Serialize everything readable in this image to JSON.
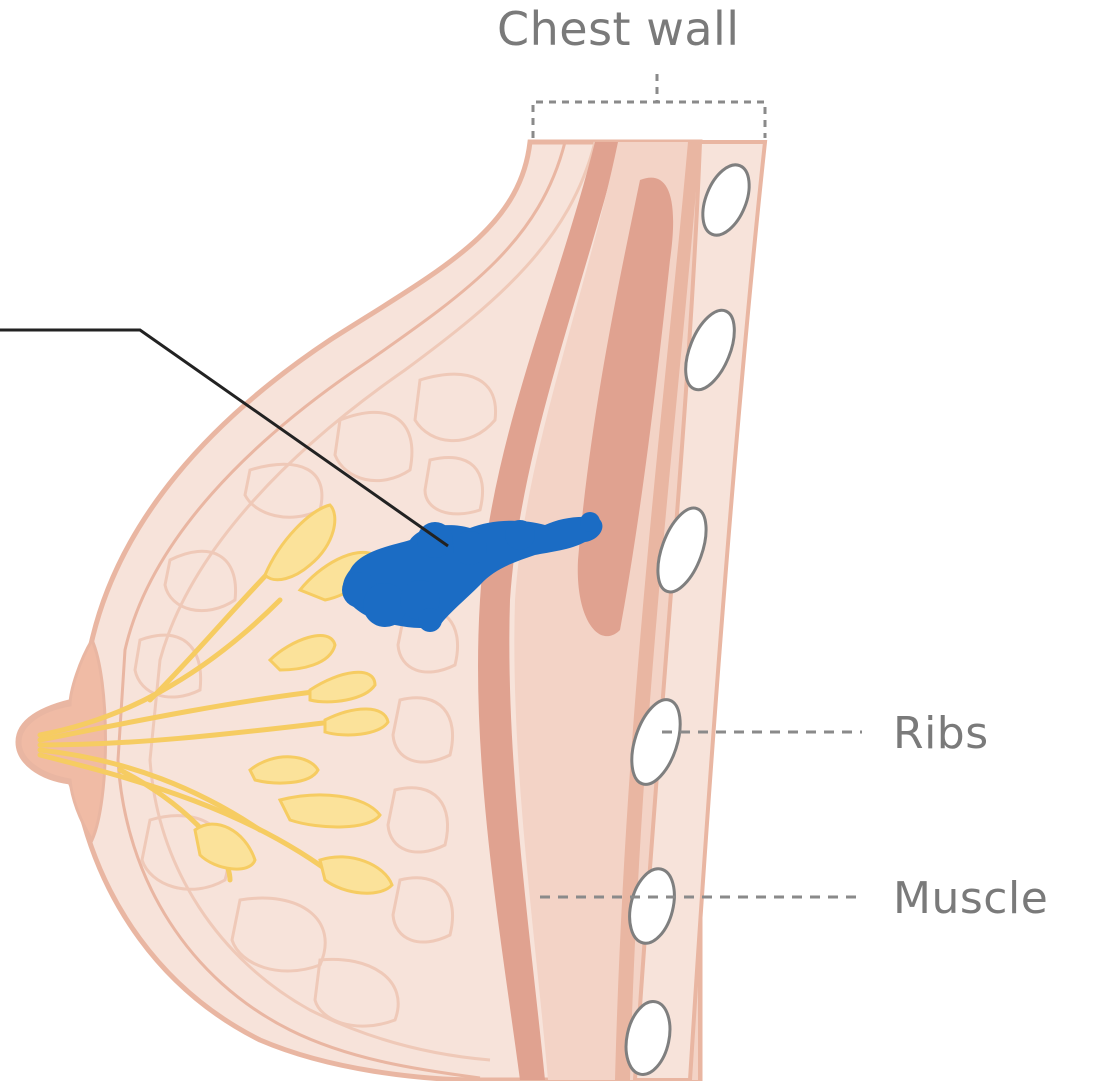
{
  "labels": {
    "chest_wall": "Chest wall",
    "ribs": "Ribs",
    "muscle": "Muscle"
  },
  "colors": {
    "skin_outline": "#e9b6a2",
    "tissue_fill": "#f7e3da",
    "lobule_outline": "#efc9b8",
    "muscle": "#e0a290",
    "muscle_light": "#f3d3c6",
    "gland": "#f6cc62",
    "gland_fill": "#fbe29a",
    "tumour": "#1b6cc4",
    "rib_stroke": "#7f7f7f",
    "leader_line": "#222222",
    "dashed_line": "#8a8a8a",
    "label_text": "#7a7a7a"
  }
}
